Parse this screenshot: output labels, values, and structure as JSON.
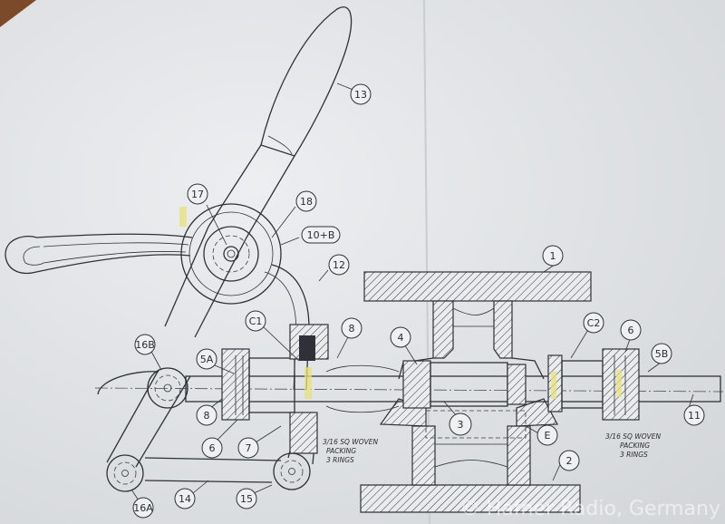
{
  "labels": {
    "l1": "1",
    "l2": "2",
    "l3": "3",
    "l4": "4",
    "l5a": "5A",
    "l5b": "5B",
    "l6_left": "6",
    "l6_right": "6",
    "l7": "7",
    "l8_left": "8",
    "l8_top": "8",
    "l10b": "10+B",
    "l11": "11",
    "l12": "12",
    "l13": "13",
    "l14": "14",
    "l15": "15",
    "l16a": "16A",
    "l16b": "16B",
    "l17": "17",
    "l18": "18",
    "lc1": "C1",
    "lc2": "C2",
    "le": "E"
  },
  "notes": {
    "packing_left": [
      "3/16 SQ WOVEN",
      "PACKING",
      "3 RINGS"
    ],
    "packing_right": [
      "3/16 SQ WOVEN",
      "PACKING",
      "3 RINGS"
    ]
  },
  "watermark": "© Hafner Radio, Germany",
  "colors": {
    "paper": "#e4e6e8",
    "ink": "#2e3238",
    "highlight": "#e8e27a"
  }
}
